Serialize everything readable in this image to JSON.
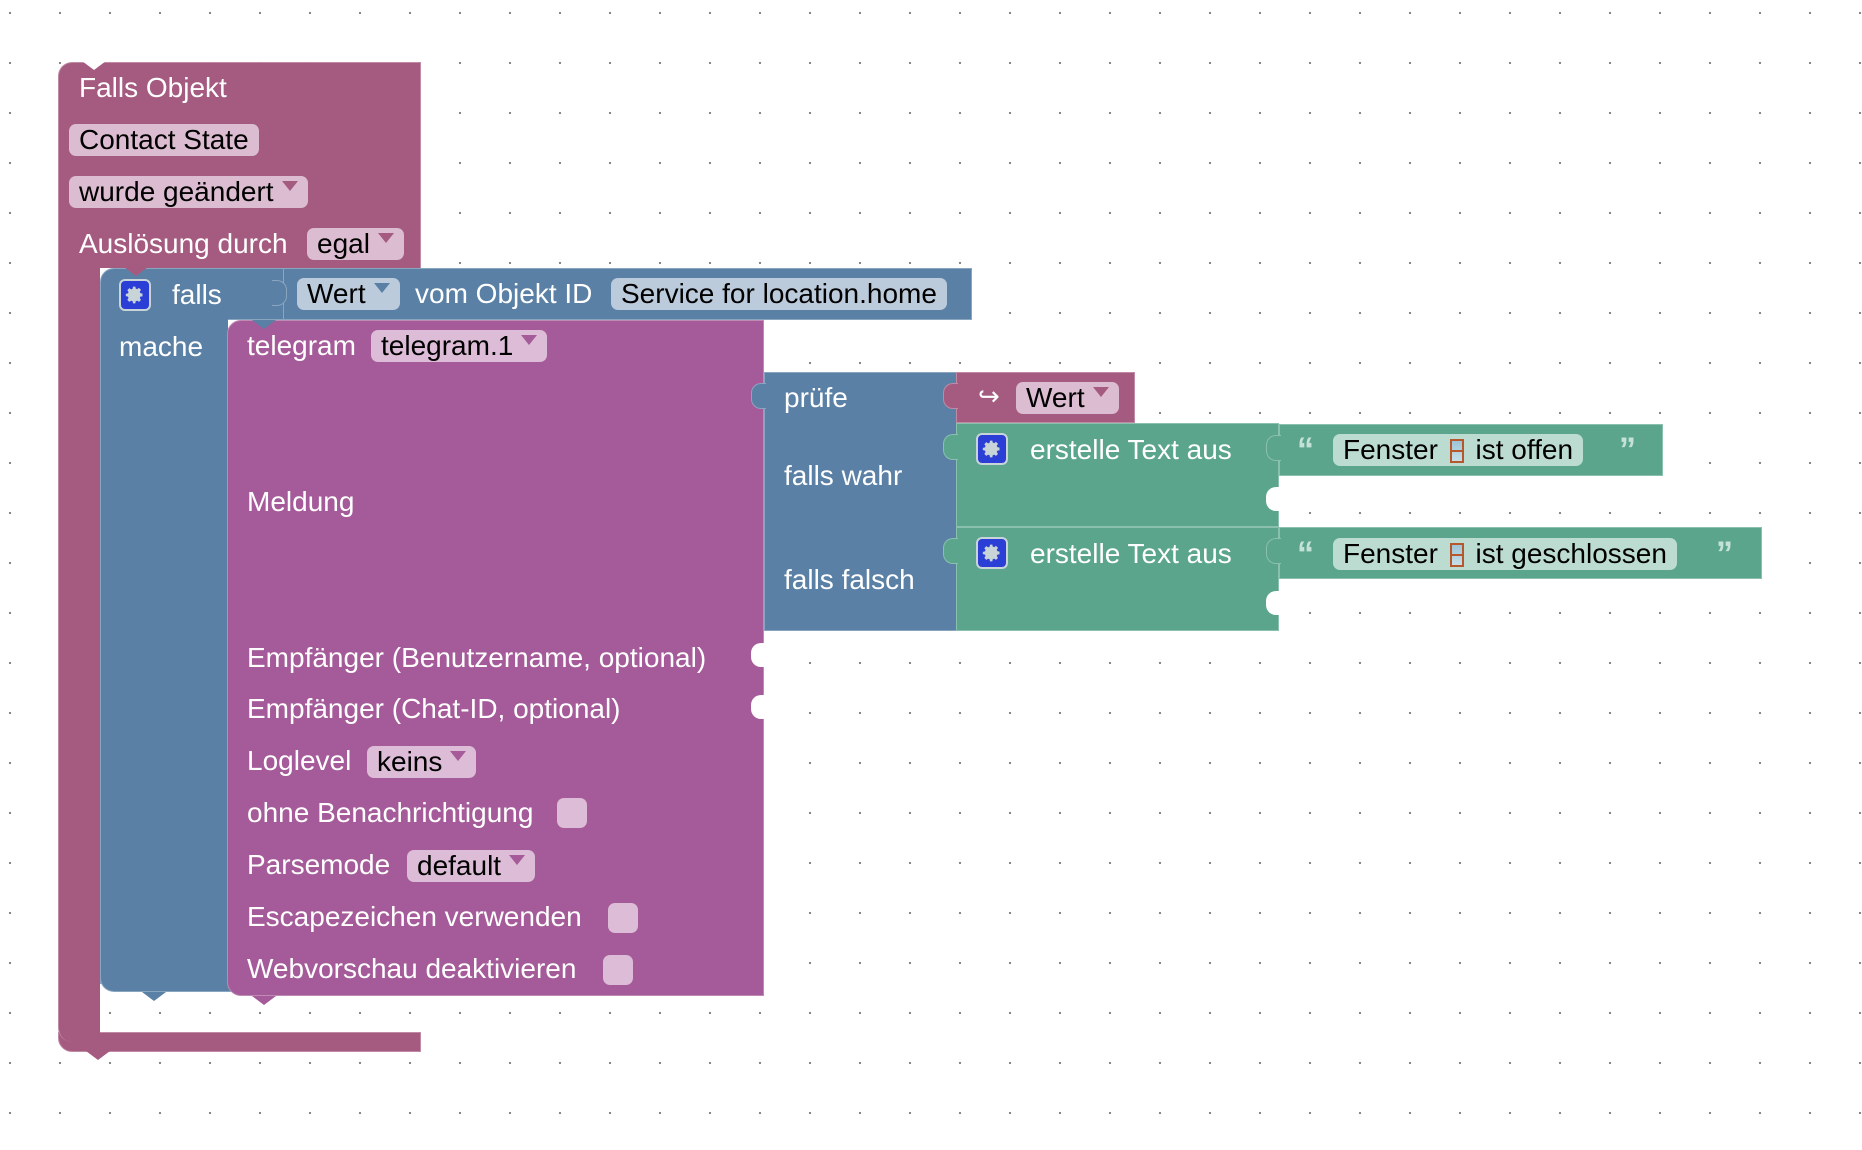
{
  "colors": {
    "event_block": "#a55b80",
    "event_field": "#dcbcd0",
    "logic_block": "#5b80a5",
    "logic_field": "#bccbdc",
    "telegram_block": "#a55b99",
    "telegram_field": "#dcbcd6",
    "text_block": "#5ba58c",
    "text_field": "#bcdcd1",
    "gear_bg": "#2b3fd6",
    "window_icon": "#b5582e"
  },
  "event_block": {
    "title": "Falls Objekt",
    "object_name": "Contact State",
    "trigger_mode": "wurde geändert",
    "trigger_by_label": "Auslösung durch",
    "trigger_by_value": "egal"
  },
  "if_block": {
    "if_label": "falls",
    "do_label": "mache",
    "condition": {
      "value_dropdown": "Wert",
      "from_object_label": "vom Objekt ID",
      "object_id": "Service for location.home"
    }
  },
  "telegram_block": {
    "label": "telegram",
    "instance": "telegram.1",
    "message_label": "Meldung",
    "recipient_username_label": "Empfänger (Benutzername, optional)",
    "recipient_chatid_label": "Empfänger (Chat-ID, optional)",
    "loglevel_label": "Loglevel",
    "loglevel_value": "keins",
    "silent_label": "ohne Benachrichtigung",
    "silent_checked": false,
    "parsemode_label": "Parsemode",
    "parsemode_value": "default",
    "escape_label": "Escapezeichen verwenden",
    "escape_checked": false,
    "disable_preview_label": "Webvorschau deaktivieren",
    "disable_preview_checked": false
  },
  "ternary_block": {
    "test_label": "prüfe",
    "if_true_label": "falls wahr",
    "if_false_label": "falls falsch",
    "test_value": {
      "icon": "return-arrow-icon",
      "arrow_glyph": "↪",
      "dropdown": "Wert"
    },
    "true_branch": {
      "label": "erstelle Text aus",
      "open_quote": "“",
      "text_before": "Fenster",
      "emoji_icon": "window-icon",
      "text_after": "ist offen",
      "close_quote": "”"
    },
    "false_branch": {
      "label": "erstelle Text aus",
      "open_quote": "“",
      "text_before": "Fenster",
      "emoji_icon": "window-icon",
      "text_after": "ist geschlossen",
      "close_quote": "”"
    }
  }
}
